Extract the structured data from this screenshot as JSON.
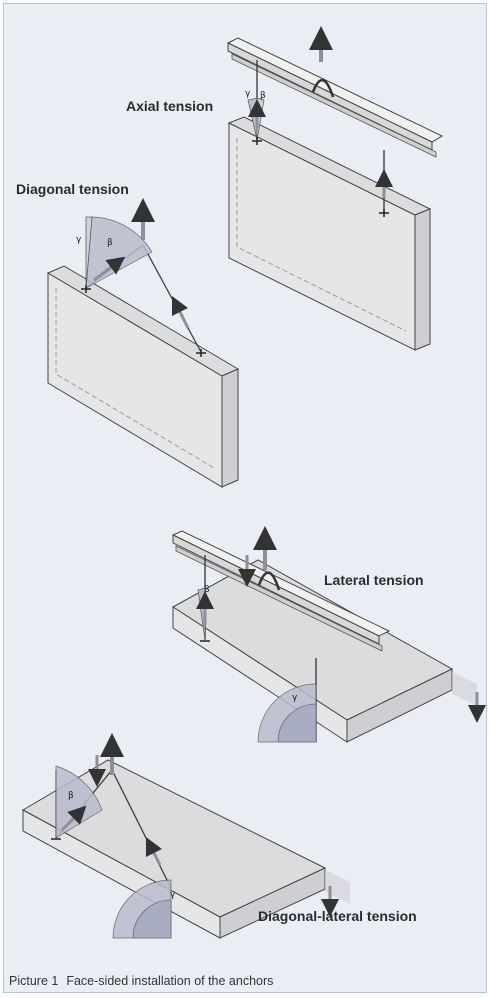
{
  "figure": {
    "labels": {
      "axial": "Axial tension",
      "diagonal": "Diagonal tension",
      "lateral": "Lateral tension",
      "diagonal_lateral": "Diagonal-lateral tension"
    },
    "symbols": {
      "gamma": "γ",
      "beta": "β"
    },
    "caption": {
      "number": "Picture 1",
      "text": "Face-sided installation of the anchors"
    }
  },
  "colors": {
    "background": "#e9eef5",
    "panel_front": "#e6e6e8",
    "panel_side": "#cfcfd3",
    "panel_top": "#dcdcdf",
    "angle_fill": "#b9bccd",
    "arrow": "#8d8f9c",
    "beam": "#e4e4e4"
  }
}
